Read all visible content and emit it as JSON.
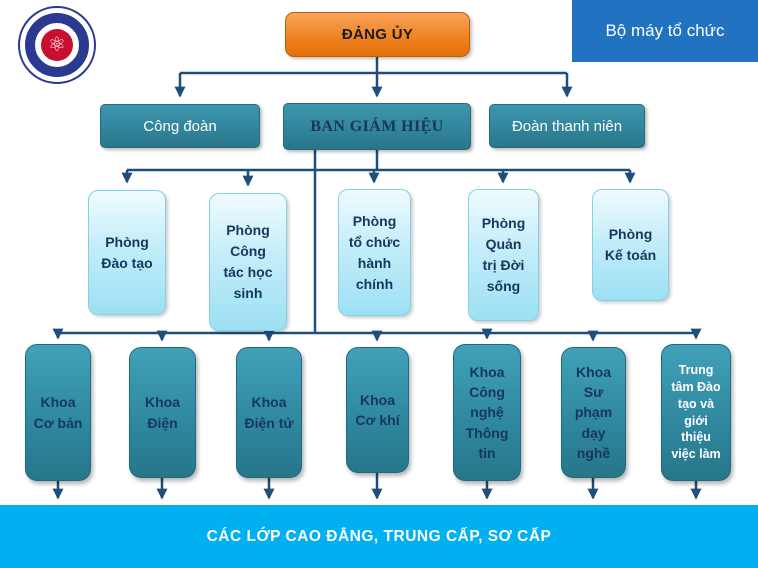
{
  "page": {
    "title_badge": "Bộ máy tổ chức",
    "footer_banner": "CÁC LỚP CAO ĐẲNG, TRUNG CẤP, SƠ CẤP"
  },
  "org": {
    "root": {
      "label": "ĐẢNG ỦY"
    },
    "boards": [
      {
        "label": "Công đoàn"
      },
      {
        "label": "BAN GIÁM HIỆU"
      },
      {
        "label": "Đoàn thanh niên"
      }
    ],
    "departments": [
      {
        "label": "Phòng Đào tạo"
      },
      {
        "label": "Phòng Công tác học sinh"
      },
      {
        "label": "Phòng tổ chức hành chính"
      },
      {
        "label": "Phòng Quản trị Đời sống"
      },
      {
        "label": "Phòng Kế toán"
      }
    ],
    "faculties": [
      {
        "label": "Khoa Cơ bản"
      },
      {
        "label": "Khoa Điện"
      },
      {
        "label": "Khoa Điện tử"
      },
      {
        "label": "Khoa Cơ khí"
      },
      {
        "label": "Khoa Công nghệ Thông tin"
      },
      {
        "label": "Khoa Sư phạm dạy nghề"
      },
      {
        "label": "Trung tâm Đào tạo và giới thiệu việc làm"
      }
    ]
  },
  "icons": {
    "logo": "atom-school-emblem",
    "atom_glyph": "⚛"
  },
  "colors": {
    "root_fill": "#ED7D31",
    "board_fill": "#31859C",
    "department_fill": "#BDE9F7",
    "faculty_fill": "#31859C",
    "banner_fill": "#00B0F0",
    "badge_fill": "#2173C2",
    "connector": "#1F4E79",
    "dark_text": "#17375D"
  }
}
